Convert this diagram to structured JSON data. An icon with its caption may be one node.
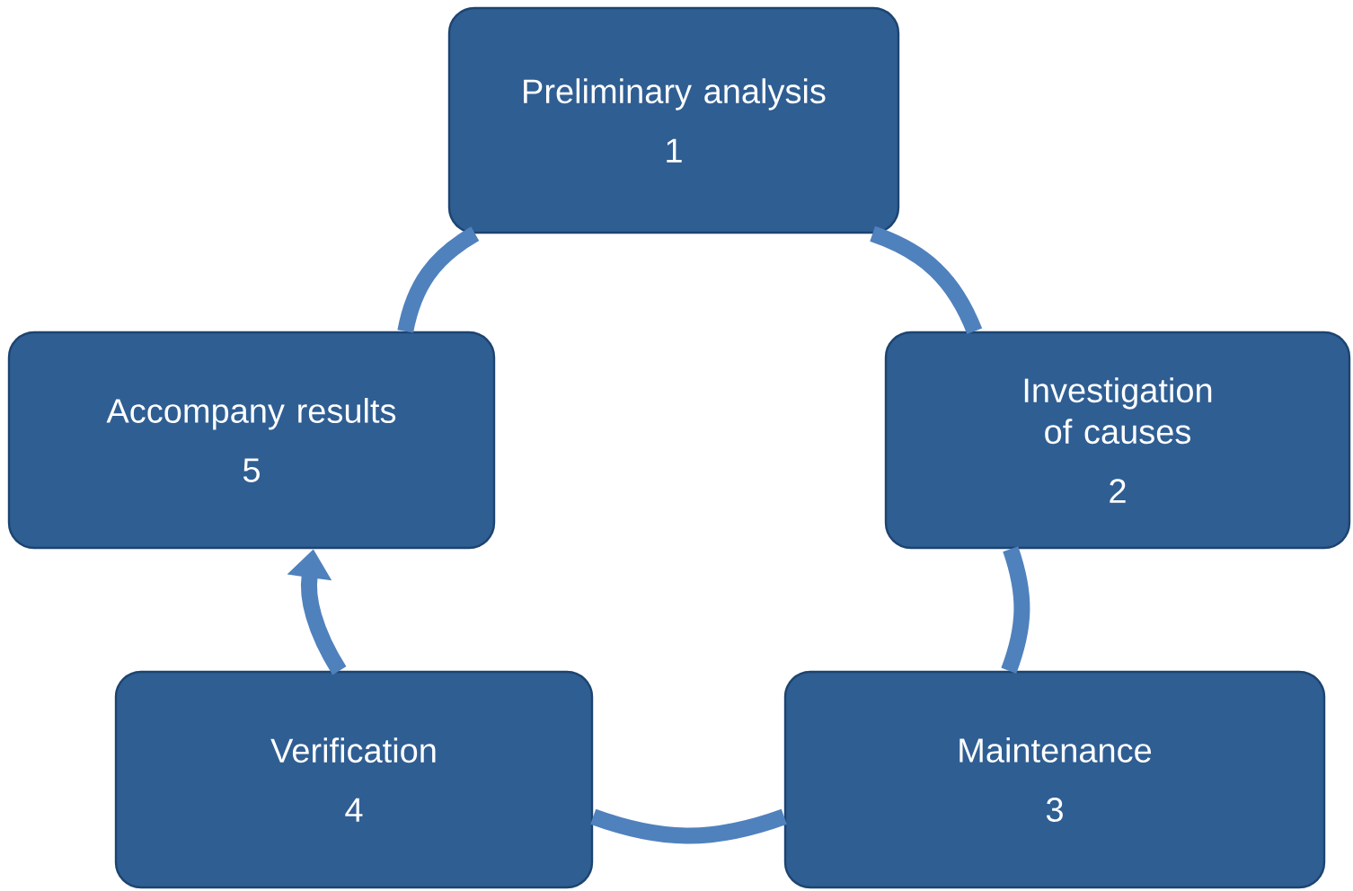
{
  "diagram": {
    "nodes": [
      {
        "text": [
          "Preliminary analysis",
          "1"
        ]
      },
      {
        "text": [
          "Investigation of causes",
          "2"
        ]
      },
      {
        "text": [
          "Maintenance",
          "3"
        ]
      },
      {
        "text": [
          "Verification",
          "4"
        ]
      },
      {
        "text": [
          "Accompany results",
          "5"
        ]
      }
    ],
    "edges": [
      {
        "from": 0,
        "to": 1,
        "arrow": "none"
      },
      {
        "from": 1,
        "to": 2,
        "arrow": "none"
      },
      {
        "from": 2,
        "to": 3,
        "arrow": "none"
      },
      {
        "from": 3,
        "to": 4,
        "arrow": "to"
      },
      {
        "from": 4,
        "to": 0,
        "arrow": "none"
      }
    ]
  }
}
